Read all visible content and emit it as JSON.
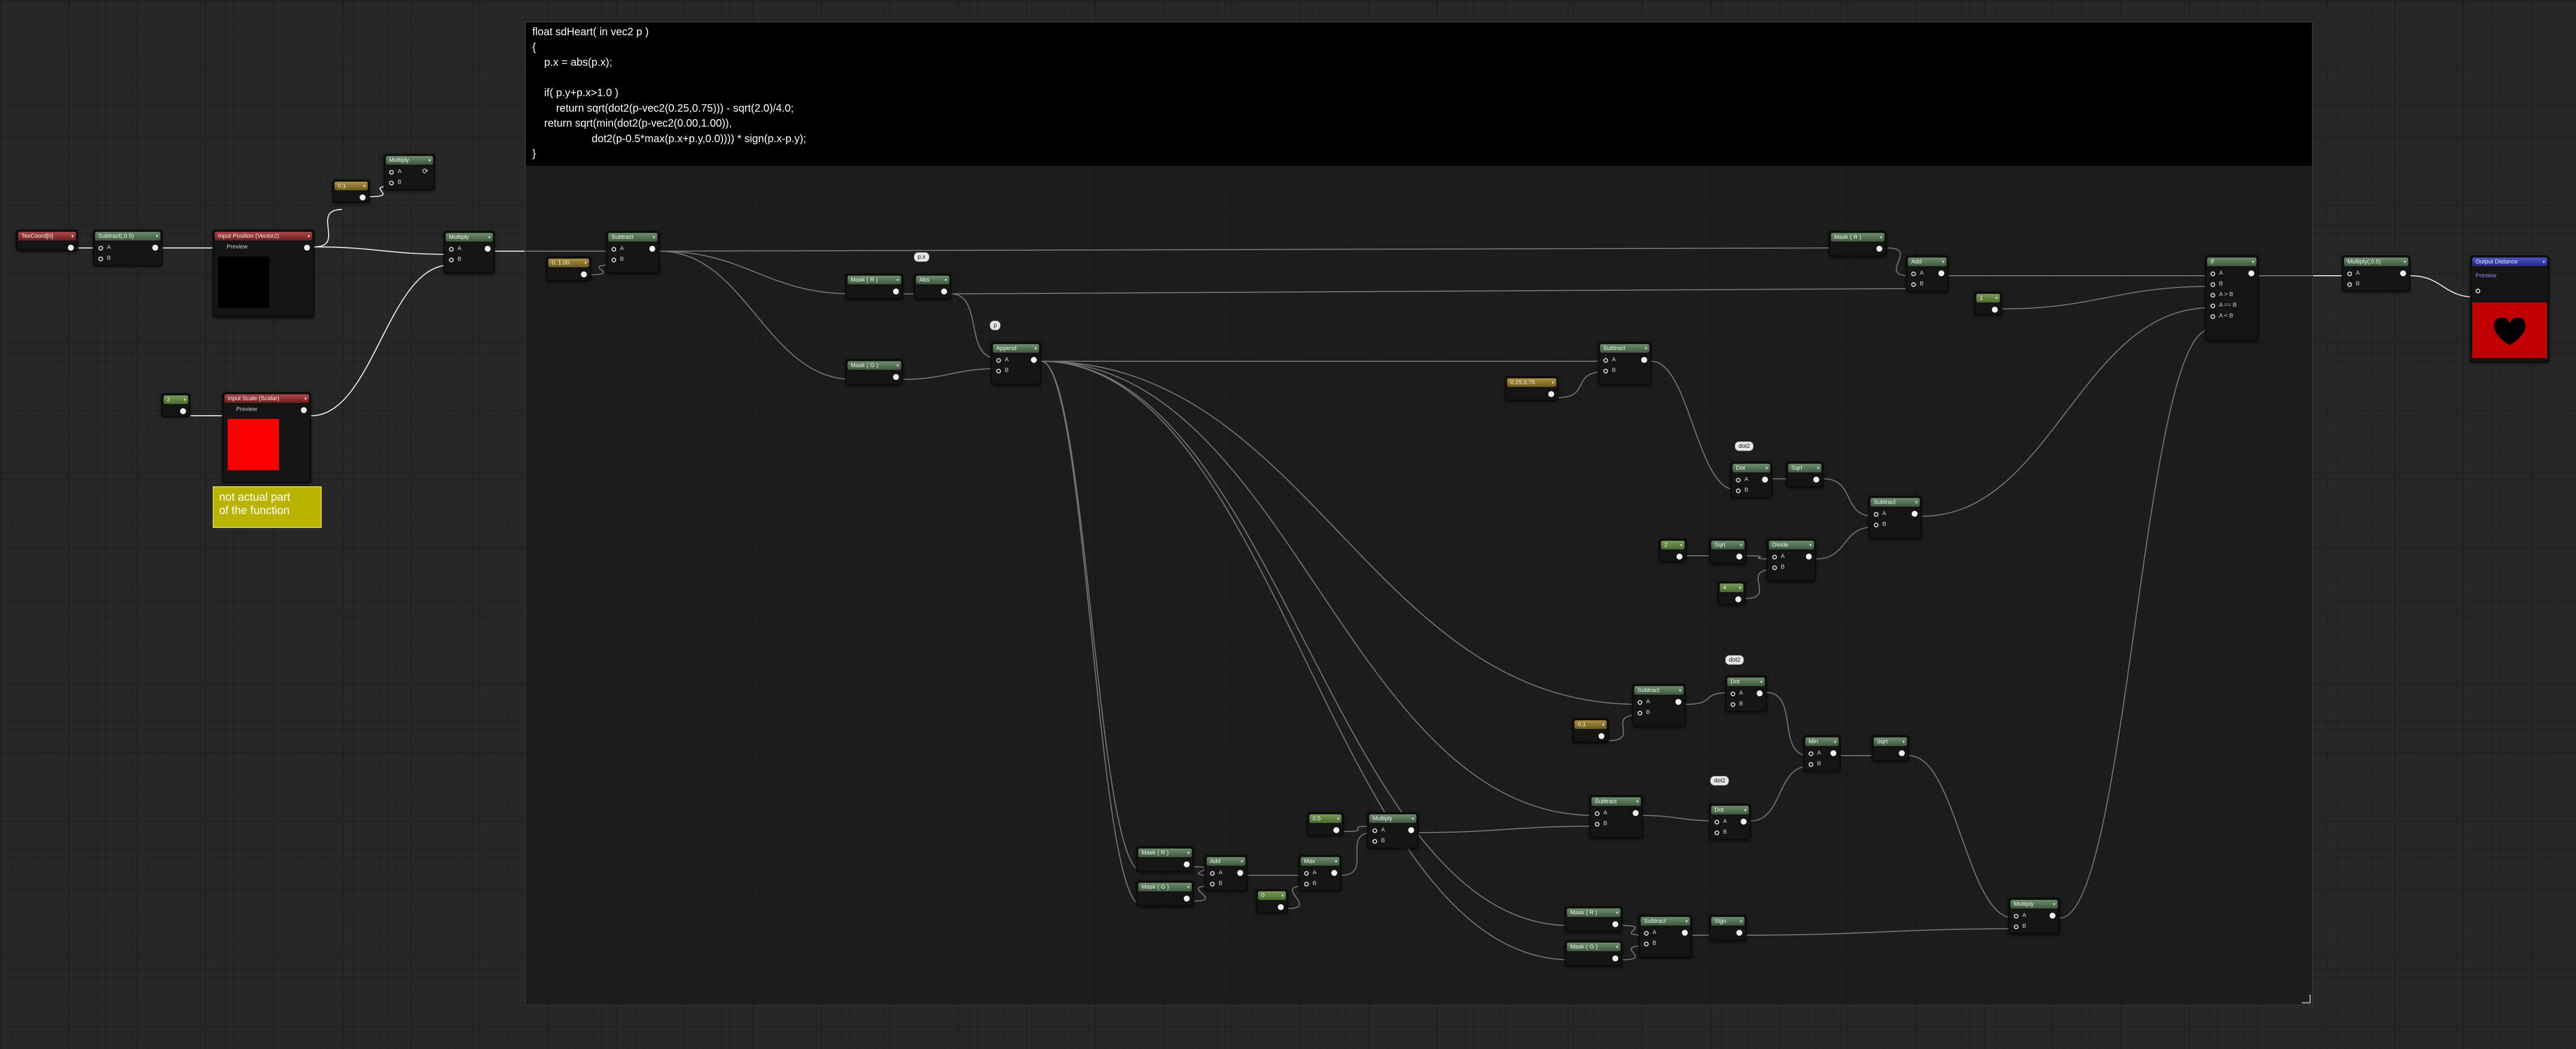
{
  "comment": {
    "code": "float sdHeart( in vec2 p )\n{\n    p.x = abs(p.x);\n\n    if( p.y+p.x>1.0 )\n        return sqrt(dot2(p-vec2(0.25,0.75))) - sqrt(2.0)/4.0;\n    return sqrt(min(dot2(p-vec2(0.00,1.00)),\n                    dot2(p-0.5*max(p.x+p.y,0.0)))) * sign(p.x-p.y);\n}"
  },
  "note": {
    "line1": "not actual part",
    "line2": "of the function"
  },
  "nodes": {
    "texcoord": {
      "title": "TexCoord[0]"
    },
    "subtract_top": {
      "title": "Subtract(,0.5)"
    },
    "input_position": {
      "title": "Input Position (Vector2)",
      "preview": "Preview"
    },
    "input_scale": {
      "title": "Input Scale (Scalar)",
      "preview": "Preview"
    },
    "scalar_left": {
      "title": "2"
    },
    "const_2": {
      "title": "0.1"
    },
    "multiply_small": {
      "title": "Multiply"
    },
    "multiply_left": {
      "title": "Multiply"
    },
    "const_y": {
      "title": "0, 1.00"
    },
    "subtract_main": {
      "title": "Subtract"
    },
    "mask_r": {
      "title": "Mask ( R )"
    },
    "abs": {
      "title": "Abs"
    },
    "mask_g": {
      "title": "Mask ( G )"
    },
    "append": {
      "title": "Append"
    },
    "subtract_a": {
      "title": "Subtract"
    },
    "const_vec": {
      "title": "0.25,0.75"
    },
    "dot": {
      "title": "Dot"
    },
    "sqrt_a": {
      "title": "Sqrt"
    },
    "subtract_b": {
      "title": "Subtract"
    },
    "c2": {
      "title": "2"
    },
    "sqrt_b": {
      "title": "Sqrt"
    },
    "divide": {
      "title": "Divide"
    },
    "c4": {
      "title": "4"
    },
    "subtract_c": {
      "title": "Subtract"
    },
    "const_01": {
      "title": "0,1"
    },
    "dot_b": {
      "title": "Dot"
    },
    "min": {
      "title": "Min"
    },
    "sqrt_c": {
      "title": "Sqrt"
    },
    "subtract_d": {
      "title": "Subtract"
    },
    "dot_c": {
      "title": "Dot"
    },
    "multiply_mid": {
      "title": "Multiply"
    },
    "c05": {
      "title": "0.5"
    },
    "mask_r2": {
      "title": "Mask ( R )"
    },
    "mask_g2": {
      "title": "Mask ( G )"
    },
    "add_b": {
      "title": "Add"
    },
    "max": {
      "title": "Max"
    },
    "c0": {
      "title": "0"
    },
    "mask_r3": {
      "title": "Mask ( R )"
    },
    "mask_g3": {
      "title": "Mask ( G )"
    },
    "subtract_e": {
      "title": "Subtract"
    },
    "sign": {
      "title": "Sign"
    },
    "multiply_final": {
      "title": "Multiply"
    },
    "mask_rg": {
      "title": "Mask ( R )"
    },
    "add_top": {
      "title": "Add"
    },
    "c1": {
      "title": "1"
    },
    "if": {
      "title": "If"
    },
    "multiply_out": {
      "title": "Multiply(,0.5)"
    },
    "output_distance": {
      "title": "Output Distance",
      "sub": "Preview"
    }
  },
  "bubbles": {
    "abs": "p.x",
    "append": "p",
    "dot2a": "dot2",
    "dot2b": "dot2",
    "dot2c": "dot2"
  },
  "pins": {
    "a": "A",
    "b": "B",
    "agb": "A > B",
    "aeb": "A == B",
    "alb": "A < B"
  },
  "colors": {
    "accent_green": "#6d8c6d",
    "input_red": "#b04848",
    "output_blue": "#4a52c8",
    "note_yellow": "#b8b400",
    "wire": "#e8e8e8"
  }
}
